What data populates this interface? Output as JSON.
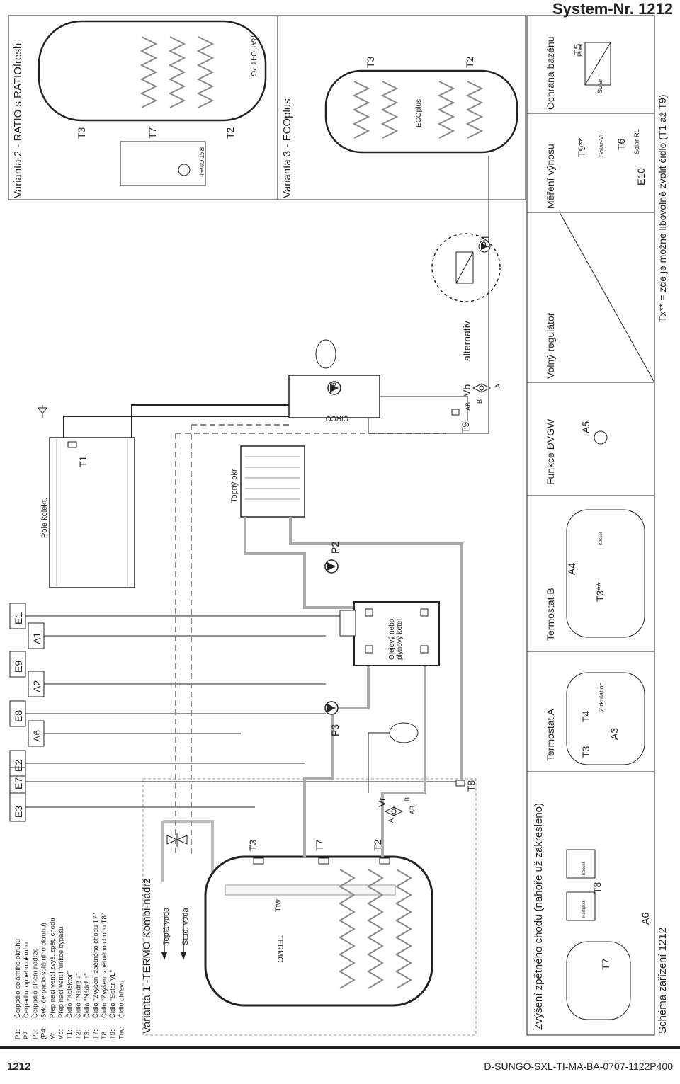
{
  "header": {
    "system_title": "System-Nr. 1212"
  },
  "legend": [
    {
      "code": "P1:",
      "text": "Čerpadlo solárního okruhu"
    },
    {
      "code": "P2:",
      "text": "Čerpadlo topného okruhu"
    },
    {
      "code": "P3:",
      "text": "Čerpadlo plnění nádrže"
    },
    {
      "code": "(P4:",
      "text": "Sek. čerpadlo solárního okruhu)"
    },
    {
      "code": "Vr:",
      "text": "Přepínací ventil zvýš. zpět. chodu"
    },
    {
      "code": "Vb:",
      "text": "Přepínací ventil funkce bypasu"
    },
    {
      "code": "T1:",
      "text": "Čidlo \"Kolektor\""
    },
    {
      "code": "T2:",
      "text": "Čidlo \"Nádrž ↓\""
    },
    {
      "code": "T3:",
      "text": "Čidlo \"Nádrž ↑\""
    },
    {
      "code": "T7:",
      "text": "Čidlo \"Zvýšení zpětného chodu T7\""
    },
    {
      "code": "T8:",
      "text": "Čidlo \"Zvýšení zpětného chodu T8\""
    },
    {
      "code": "T9:",
      "text": "Čidlo \"Solar-VL\""
    },
    {
      "code": "Ttw:",
      "text": "Čidlo ohřevu"
    }
  ],
  "variant1": {
    "title": "Varianta 1 -TERMO Kombi-nádrž",
    "hot_water": "Teplá voda",
    "cold_water": "Stud. voda",
    "tank_brand": "TERMO",
    "ttw": "Ttw"
  },
  "outputs": [
    "E3",
    "E7",
    "E2",
    "E8",
    "E9",
    "E1"
  ],
  "inputs": [
    "A6",
    "A2",
    "A1"
  ],
  "main_labels": {
    "collector_field": "Pole kolekt.",
    "t1": "T1",
    "heating_circuit": "Topný okr",
    "boiler": "Olejový nebo plynový kotel",
    "p2": "P2",
    "p3": "P3",
    "vr": "Vr",
    "t8": "T8",
    "t2": "T2",
    "t3": "T3",
    "t7": "T7",
    "circo": "CIRCO",
    "t9": "T9",
    "vb": "Vb",
    "alternativ": "alternativ",
    "p4": "P4",
    "p1": "P1",
    "ab": "AB",
    "a": "A",
    "b": "B"
  },
  "variant2": {
    "title": "Varianta 2 - RATIO s RATIOfresh",
    "tank_label": "RATIO-H PG",
    "fresh_label": "RATIOfresh",
    "t3": "T3",
    "t7": "T7",
    "t2": "T2"
  },
  "variant3": {
    "title": "Varianta 3 - ECOplus",
    "tank_label": "ECOplus",
    "t3": "T3",
    "t2": "T2"
  },
  "bottom_panels": {
    "p1_title": "Zvýšení zpětného chodu (nahoře už zakresleno)",
    "p1_labels": [
      "T7",
      "T8",
      "A6"
    ],
    "p1_kessel": "Kessel",
    "p1_heizkreis": "Heizkreis",
    "p2_title": "Termostat A",
    "p2_labels": [
      "T3",
      "T4",
      "A3"
    ],
    "p2_zirk": "Zirkulation",
    "p3_title": "Termostat B",
    "p3_labels": [
      "T3**",
      "A4"
    ],
    "p3_kessel": "Kessel",
    "p4_title": "Funkce DVGW",
    "p4_labels": [
      "A5"
    ],
    "p5_title": "Volný regulátor",
    "p6_title": "Měření výnosu",
    "p6_labels": [
      "T9**",
      "Solar-VL",
      "T6",
      "Solar-RL",
      "E10"
    ],
    "p7_title": "Ochrana bazénu",
    "p7_labels": [
      "T5",
      "Solar",
      "Pool"
    ]
  },
  "bottom_title": "Schéma zařízení 1212",
  "footnote": "Tx** = zde je možné libovolně zvolit čidlo (T1 až T9)",
  "footer": {
    "page": "1212",
    "doc": "D-SUNGO-SXL-TI-MA-BA-0707-1122P400"
  }
}
